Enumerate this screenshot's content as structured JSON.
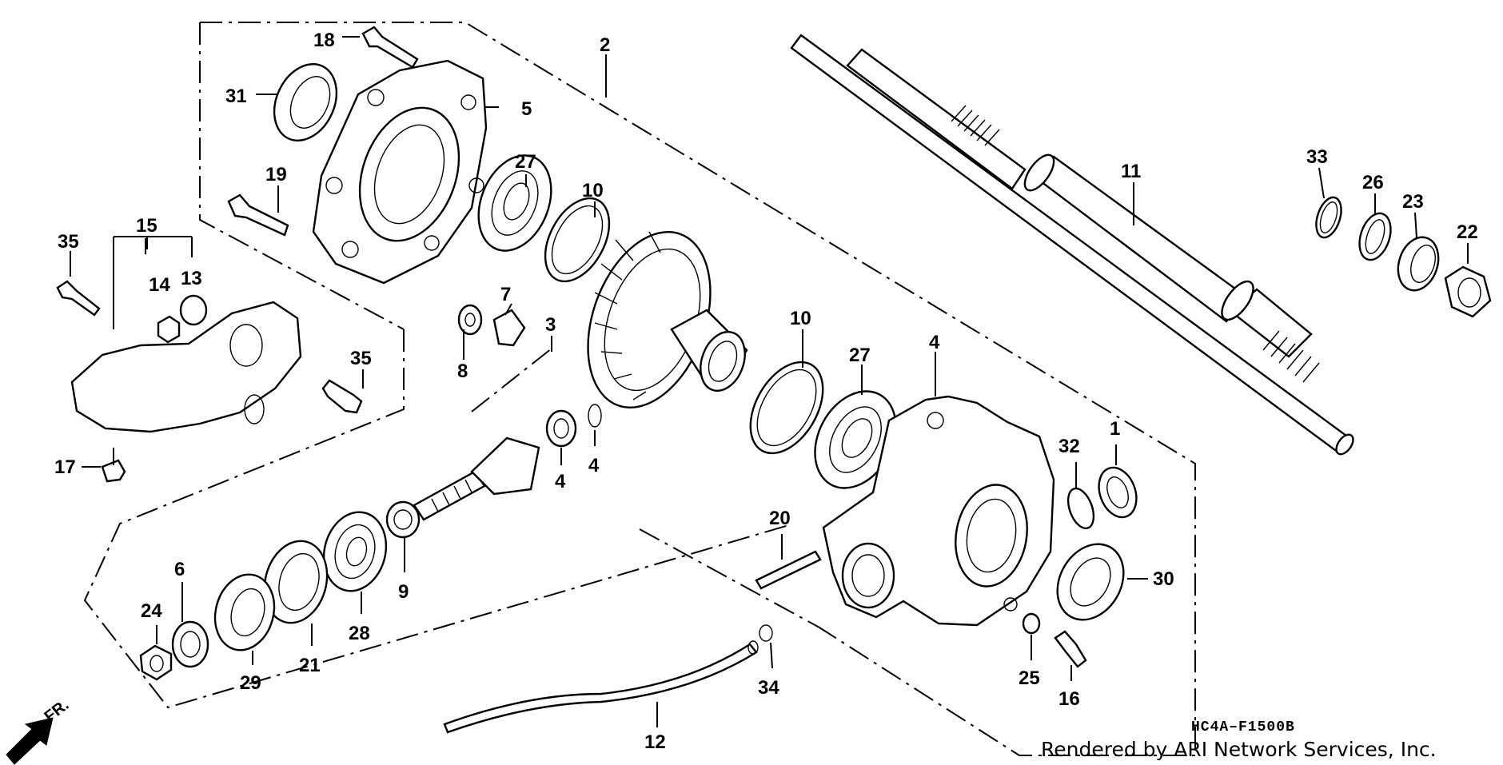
{
  "diagram": {
    "code": "HC4A–F1500B",
    "credit": "Rendered by ARI Network Services, Inc.",
    "front_marker": "FR.",
    "labels": [
      {
        "id": "1",
        "text": "1"
      },
      {
        "id": "2",
        "text": "2"
      },
      {
        "id": "3",
        "text": "3"
      },
      {
        "id": "4a",
        "text": "4"
      },
      {
        "id": "4b",
        "text": "4"
      },
      {
        "id": "4c",
        "text": "4"
      },
      {
        "id": "5",
        "text": "5"
      },
      {
        "id": "6",
        "text": "6"
      },
      {
        "id": "7",
        "text": "7"
      },
      {
        "id": "8",
        "text": "8"
      },
      {
        "id": "9",
        "text": "9"
      },
      {
        "id": "10a",
        "text": "10"
      },
      {
        "id": "10b",
        "text": "10"
      },
      {
        "id": "11",
        "text": "11"
      },
      {
        "id": "12",
        "text": "12"
      },
      {
        "id": "13",
        "text": "13"
      },
      {
        "id": "14",
        "text": "14"
      },
      {
        "id": "15",
        "text": "15"
      },
      {
        "id": "16",
        "text": "16"
      },
      {
        "id": "17",
        "text": "17"
      },
      {
        "id": "18",
        "text": "18"
      },
      {
        "id": "19",
        "text": "19"
      },
      {
        "id": "20",
        "text": "20"
      },
      {
        "id": "21",
        "text": "21"
      },
      {
        "id": "22",
        "text": "22"
      },
      {
        "id": "23",
        "text": "23"
      },
      {
        "id": "24",
        "text": "24"
      },
      {
        "id": "25",
        "text": "25"
      },
      {
        "id": "26",
        "text": "26"
      },
      {
        "id": "27a",
        "text": "27"
      },
      {
        "id": "27b",
        "text": "27"
      },
      {
        "id": "28",
        "text": "28"
      },
      {
        "id": "29",
        "text": "29"
      },
      {
        "id": "30",
        "text": "30"
      },
      {
        "id": "31",
        "text": "31"
      },
      {
        "id": "32",
        "text": "32"
      },
      {
        "id": "33",
        "text": "33"
      },
      {
        "id": "34",
        "text": "34"
      },
      {
        "id": "35a",
        "text": "35"
      },
      {
        "id": "35b",
        "text": "35"
      }
    ]
  }
}
